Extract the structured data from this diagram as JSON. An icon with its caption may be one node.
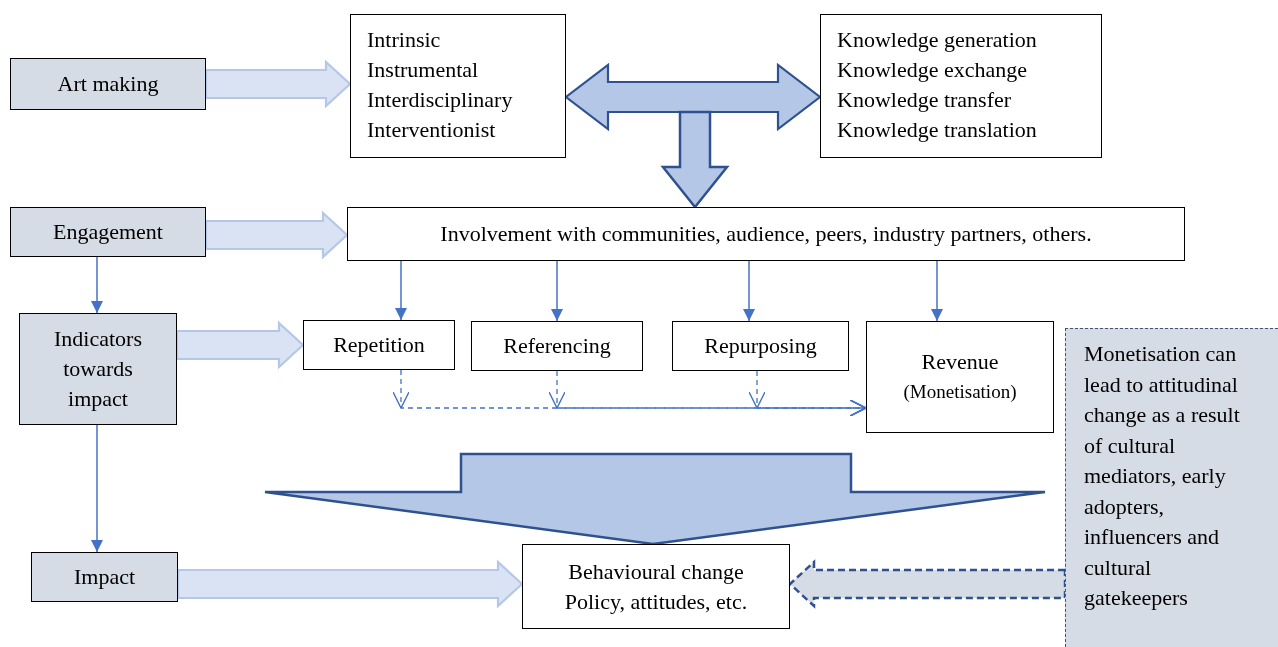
{
  "diagram": {
    "nodes": [
      {
        "text": [
          "Art making"
        ]
      },
      {
        "text": [
          "Intrinsic",
          "Instrumental",
          "Interdisciplinary",
          "Interventionist"
        ]
      },
      {
        "text": [
          "Knowledge generation",
          "Knowledge exchange",
          "Knowledge transfer",
          "Knowledge translation"
        ]
      },
      {
        "text": [
          "Engagement"
        ]
      },
      {
        "text": [
          "Involvement with communities, audience, peers, industry partners, others."
        ]
      },
      {
        "text": [
          "Indicators towards impact"
        ]
      },
      {
        "text": [
          "Repetition"
        ]
      },
      {
        "text": [
          "Referencing"
        ]
      },
      {
        "text": [
          "Repurposing"
        ]
      },
      {
        "text": [
          "Revenue",
          "(Monetisation)"
        ]
      },
      {
        "text": [
          "Impact"
        ]
      },
      {
        "text": [
          "Behavioural change",
          "Policy, attitudes, etc."
        ]
      },
      {
        "text": [
          "Monetisation can lead to attitudinal change as a result of cultural mediators, early adopters, influencers and cultural gatekeepers"
        ]
      }
    ],
    "edges": [
      {
        "from": 0,
        "to": 1,
        "arrow": "to",
        "style": "thick",
        "color": "#b4c7e7"
      },
      {
        "from": 1,
        "to": 2,
        "arrow": "both",
        "style": "thick",
        "color": "#2f528f"
      },
      {
        "from": null,
        "to": 4,
        "arrow": "to",
        "style": "thick",
        "color": "#2f528f"
      },
      {
        "from": 3,
        "to": 4,
        "arrow": "to",
        "style": "thick",
        "color": "#b4c7e7"
      },
      {
        "from": 3,
        "to": 5,
        "arrow": "to"
      },
      {
        "from": 4,
        "to": 6,
        "arrow": "to"
      },
      {
        "from": 4,
        "to": 7,
        "arrow": "to"
      },
      {
        "from": 4,
        "to": 8,
        "arrow": "to"
      },
      {
        "from": 4,
        "to": 9,
        "arrow": "to"
      },
      {
        "from": 5,
        "to": 6,
        "arrow": "to",
        "style": "thick",
        "color": "#b4c7e7"
      },
      {
        "from": 5,
        "to": 10,
        "arrow": "to"
      },
      {
        "from": 6,
        "to": 9,
        "arrow": "to",
        "style": "dashed"
      },
      {
        "from": 7,
        "to": 9,
        "arrow": "to",
        "style": "dashed"
      },
      {
        "from": 8,
        "to": 9,
        "arrow": "to",
        "style": "dashed"
      },
      {
        "from": null,
        "to": 11,
        "arrow": "to",
        "style": "thick",
        "color": "#2f528f"
      },
      {
        "from": 10,
        "to": 11,
        "arrow": "to",
        "style": "thick",
        "color": "#b4c7e7"
      },
      {
        "from": 12,
        "to": 11,
        "arrow": "to",
        "style": "dashed",
        "color": "#2f528f"
      }
    ]
  }
}
